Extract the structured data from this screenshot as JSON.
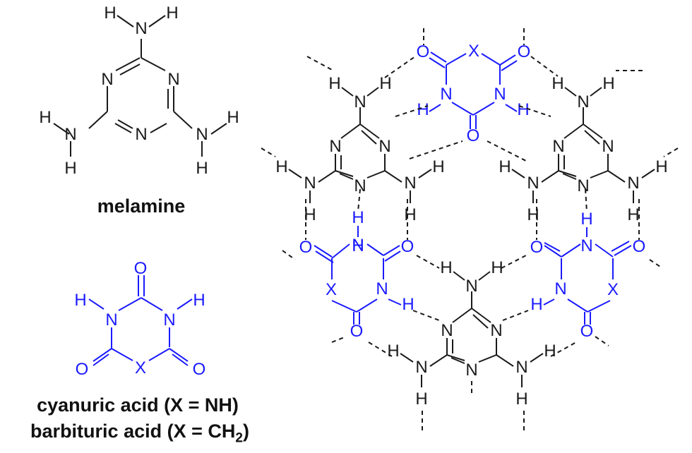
{
  "captions": {
    "melamine": "melamine",
    "cyanuric": "cyanuric acid (X = NH)",
    "barbituric_prefix": "barbituric acid (X = CH",
    "barbituric_subscript": "2",
    "barbituric_suffix": ")"
  },
  "atoms": {
    "nitrogen": "N",
    "hydrogen": "H",
    "oxygen": "O",
    "x": "X"
  },
  "colors": {
    "melamine": "#1a1a1a",
    "acid": "#1a1aff",
    "hbond": "#1a1a1a"
  }
}
